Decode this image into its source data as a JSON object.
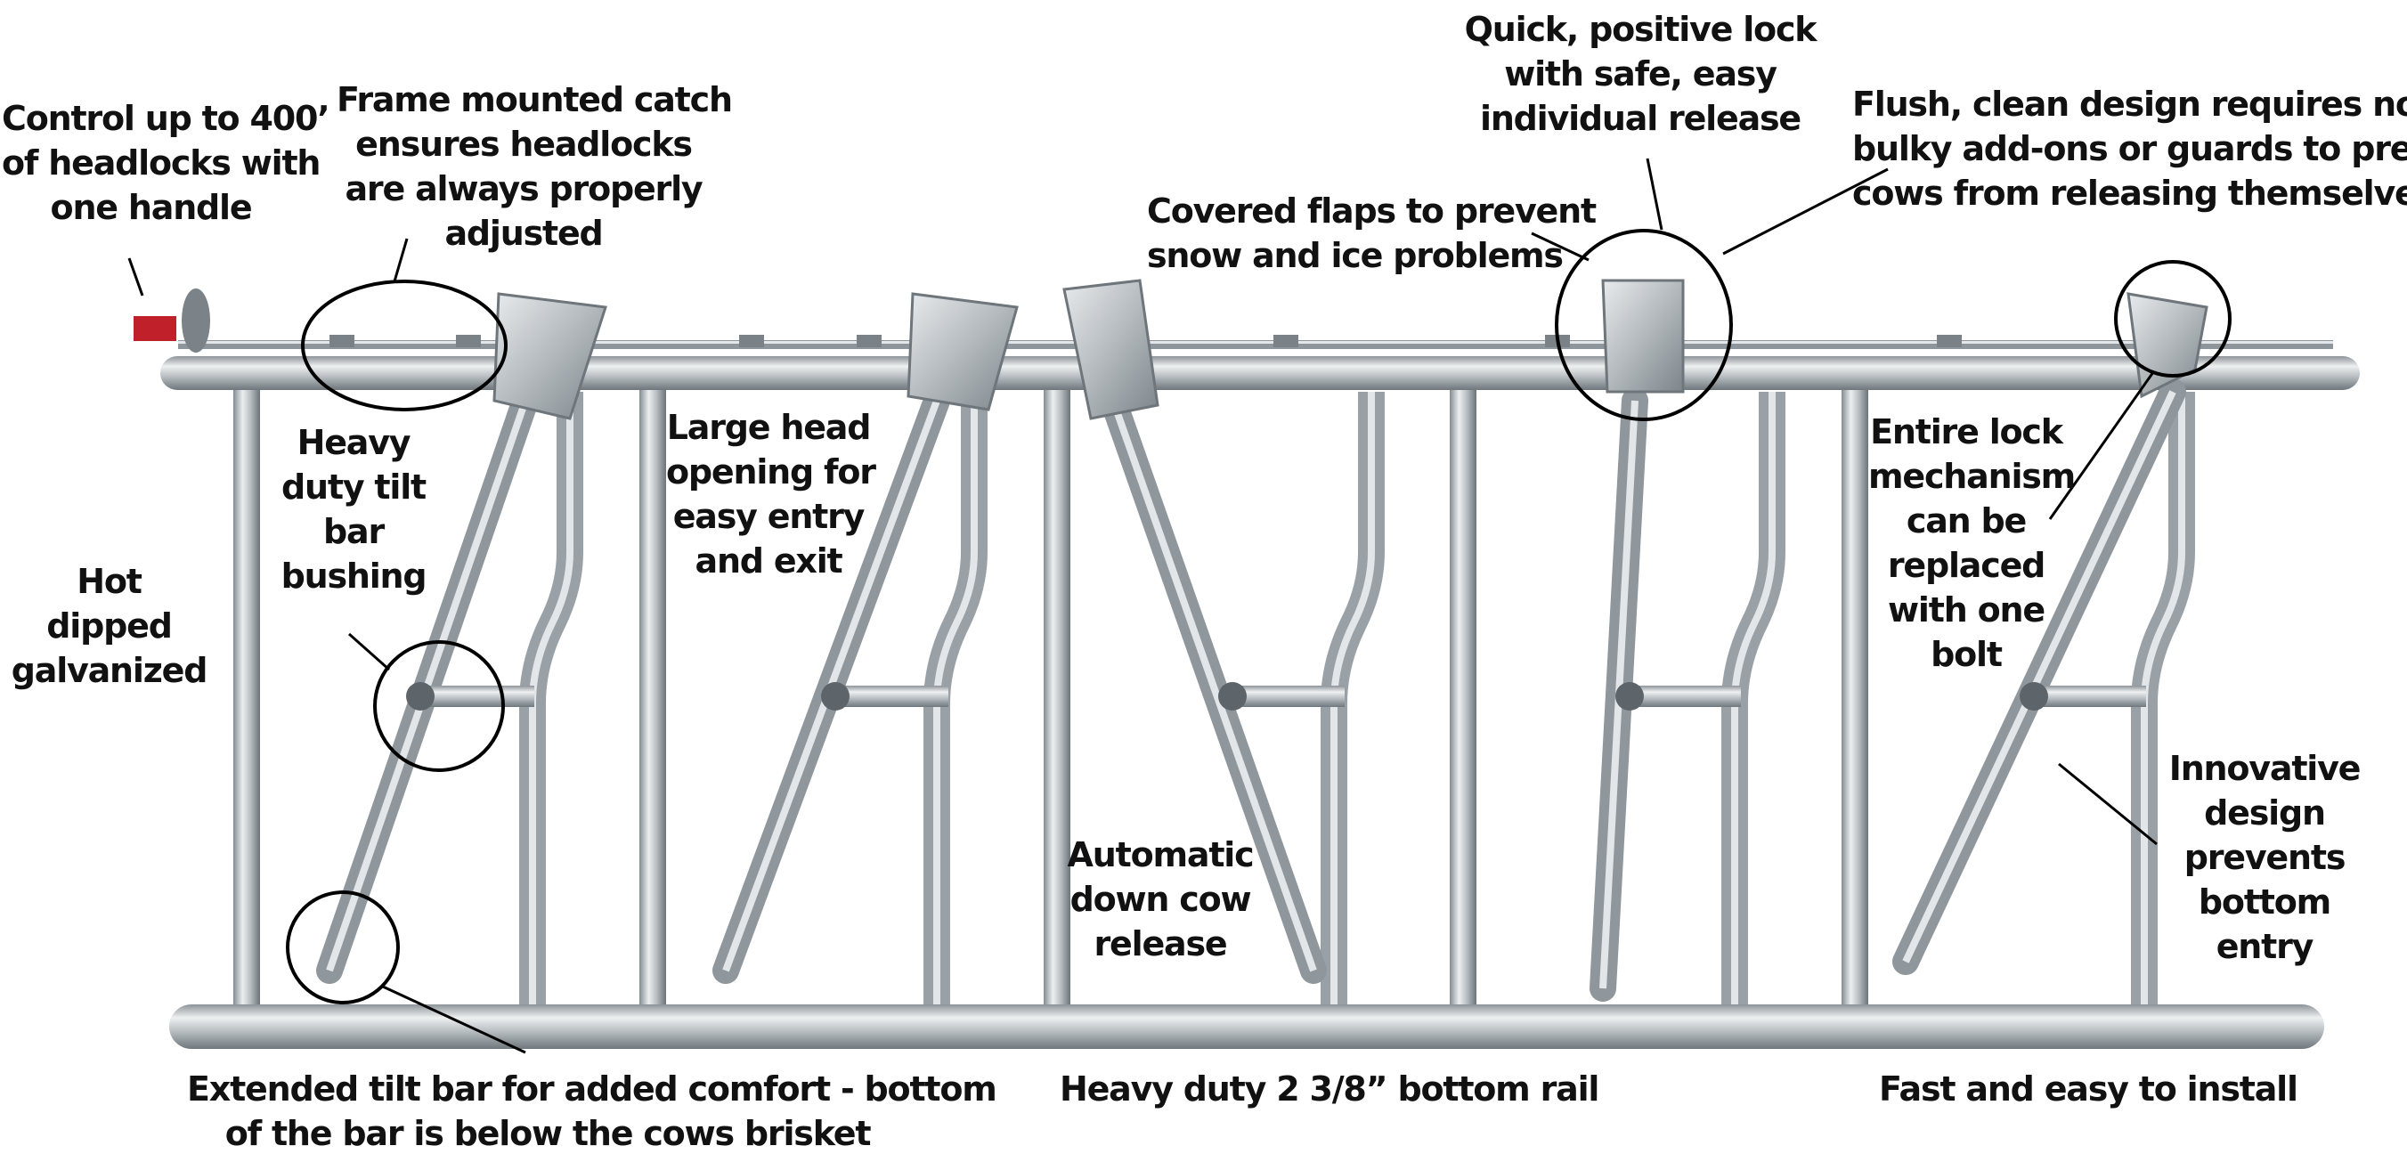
{
  "diagram": {
    "subject": "Self-locking headlock panel with callouts",
    "colors": {
      "steel": "#b9bfc3",
      "steel_dark": "#7f878c",
      "steel_light": "#e6e9eb",
      "handle": "#c0202a",
      "line": "#000000",
      "text": "#111111"
    },
    "callouts": [
      {
        "id": "control-handle",
        "lines": [
          "Control up to 400’",
          "of headlocks with",
          "one handle"
        ]
      },
      {
        "id": "frame-catch",
        "lines": [
          "Frame mounted catch",
          "ensures headlocks",
          "are always properly",
          "adjusted"
        ]
      },
      {
        "id": "quick-lock",
        "lines": [
          "Quick, positive lock",
          "with safe, easy",
          "individual release"
        ]
      },
      {
        "id": "flush-design",
        "lines": [
          "Flush, clean design requires no",
          "bulky add-ons or guards to prevent",
          "cows from releasing themselves"
        ]
      },
      {
        "id": "covered-flaps",
        "lines": [
          "Covered flaps to prevent",
          "snow and ice problems"
        ]
      },
      {
        "id": "tilt-bushing",
        "lines": [
          "Heavy",
          "duty tilt",
          "bar",
          "bushing"
        ]
      },
      {
        "id": "head-opening",
        "lines": [
          "Large head",
          "opening for",
          "easy entry",
          "and exit"
        ]
      },
      {
        "id": "galvanized",
        "lines": [
          "Hot",
          "dipped",
          "galvanized"
        ]
      },
      {
        "id": "lock-mechanism",
        "lines": [
          "Entire lock",
          "mechanism",
          "can be",
          "replaced",
          "with one",
          "bolt"
        ]
      },
      {
        "id": "down-cow",
        "lines": [
          "Automatic",
          "down cow",
          "release"
        ]
      },
      {
        "id": "bottom-entry",
        "lines": [
          "Innovative",
          "design",
          "prevents",
          "bottom",
          "entry"
        ]
      },
      {
        "id": "extended-tilt",
        "lines": [
          "Extended tilt bar for added comfort - bottom",
          "of the bar is below the cows brisket"
        ]
      },
      {
        "id": "bottom-rail",
        "lines": [
          "Heavy duty 2 3/8” bottom rail"
        ]
      },
      {
        "id": "install",
        "lines": [
          "Fast and easy to install"
        ]
      }
    ]
  }
}
